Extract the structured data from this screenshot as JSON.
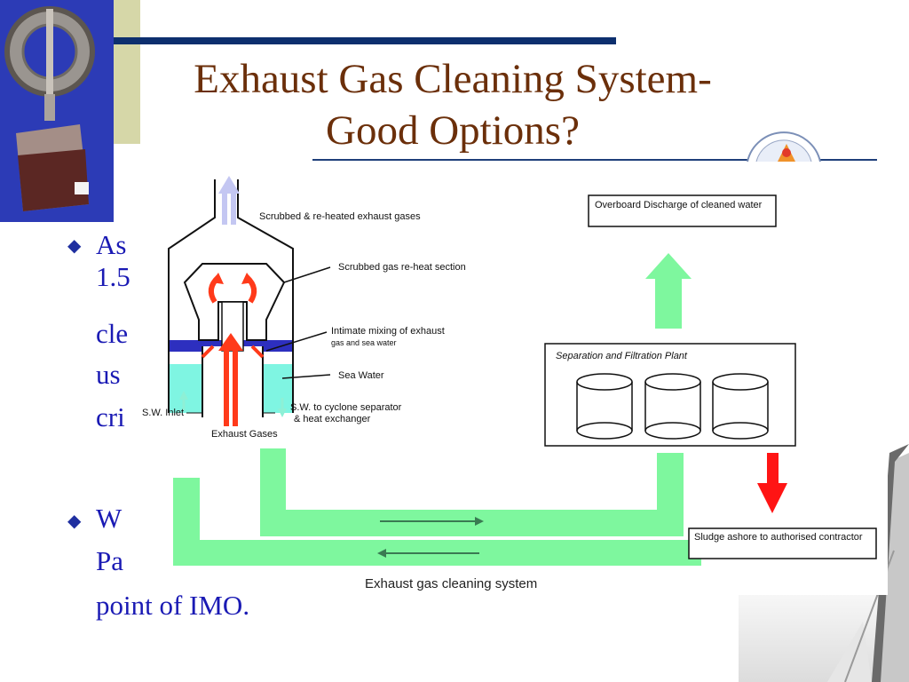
{
  "slide": {
    "title_line1": "Exhaust Gas Cleaning System-",
    "title_line2": "Good Options?",
    "bullets": [
      {
        "lines": [
          "As",
          "1.5",
          "cle",
          "us",
          "cri"
        ]
      },
      {
        "lines": [
          "W",
          "Pa",
          "point of IMO."
        ]
      }
    ]
  },
  "diagram": {
    "caption": "Exhaust gas cleaning system",
    "labels": {
      "scrubbed_gases": "Scrubbed & re-heated exhaust gases",
      "reheat_section": "Scrubbed gas re-heat section",
      "mixing_1": "Intimate mixing of exhaust",
      "mixing_2": "gas and sea water",
      "sea_water": "Sea Water",
      "sw_inlet": "S.W. Inlet",
      "sw_out_1": "S.W. to cyclone separator",
      "sw_out_2": "& heat exchanger",
      "exhaust_gases": "Exhaust Gases",
      "overboard": "Overboard Discharge of cleaned water",
      "separation": "Separation and Filtration Plant",
      "sludge": "Sludge ashore to authorised contractor"
    },
    "colors": {
      "pipe": "#7ef79e",
      "sea_water": "#7ff5e2",
      "mixing_layer": "#2d2fbf",
      "exhaust_arrow": "#ff3a1a",
      "sludge_arrow": "#ff1414",
      "gas_out_arrow": "#c4c7f2"
    }
  },
  "icons": {
    "photo": "flange-sample-photo",
    "emblem": "institute-emblem",
    "ship": "ship-deck-photo"
  }
}
